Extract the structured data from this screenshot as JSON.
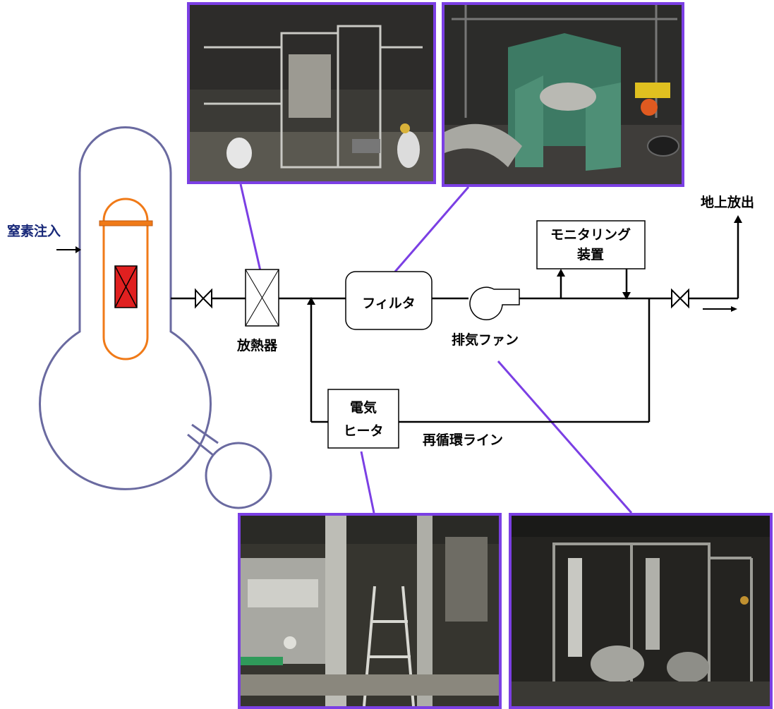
{
  "labels": {
    "nitrogen_injection": "窒素注入",
    "radiator": "放熱器",
    "filter": "フィルタ",
    "exhaust_fan": "排気ファン",
    "monitoring_line1": "モニタリング",
    "monitoring_line2": "装置",
    "ground_release": "地上放出",
    "heater_line1": "電気",
    "heater_line2": "ヒータ",
    "recirculation_line": "再循環ライン"
  },
  "colors": {
    "photo_border": "#7b3fe4",
    "callout_line": "#7b3fe4",
    "reactor_outline": "#6a6aa0",
    "vessel_outline": "#f07a18",
    "core": "#e02020",
    "nitrogen_text": "#1a2a7a"
  },
  "photos": [
    {
      "id": "photo-radiator",
      "depicts": "radiator-equipment-photo"
    },
    {
      "id": "photo-filter",
      "depicts": "filter-equipment-photo"
    },
    {
      "id": "photo-heater",
      "depicts": "electric-heater-equipment-photo"
    },
    {
      "id": "photo-fan",
      "depicts": "exhaust-fan-equipment-photo"
    }
  ]
}
